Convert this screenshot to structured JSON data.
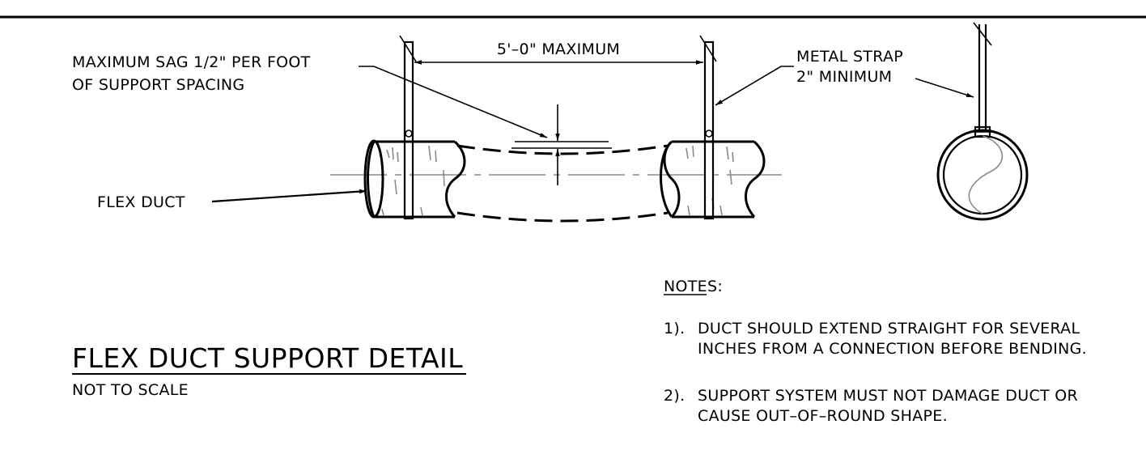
{
  "labels": {
    "sag_line1": "MAXIMUM SAG 1/2\" PER FOOT",
    "sag_line2": "OF SUPPORT SPACING",
    "spacing": "5'–0\" MAXIMUM",
    "strap_line1": "METAL STRAP",
    "strap_line2": "2\" MINIMUM",
    "flex_duct": "FLEX DUCT"
  },
  "title": {
    "main": "FLEX DUCT SUPPORT DETAIL",
    "scale": "NOT TO SCALE"
  },
  "notes": {
    "heading": "NOTES:",
    "items": [
      {
        "number": "1).",
        "line1": "DUCT SHOULD EXTEND STRAIGHT FOR SEVERAL",
        "line2": "INCHES FROM A CONNECTION BEFORE BENDING."
      },
      {
        "number": "2).",
        "line1": "SUPPORT SYSTEM MUST NOT DAMAGE DUCT OR",
        "line2": "CAUSE OUT–OF–ROUND SHAPE."
      }
    ]
  }
}
